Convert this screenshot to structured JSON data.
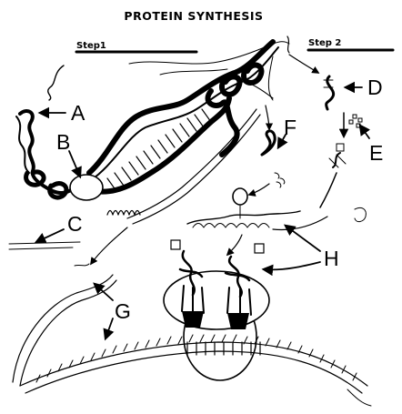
{
  "title": "PROTEIN SYNTHESIS",
  "steps": {
    "step1": "Step1",
    "step2": "Step 2"
  },
  "labels": {
    "A": "A",
    "B": "B",
    "C": "C",
    "D": "D",
    "E": "E",
    "F": "F",
    "G": "G",
    "H": "H"
  },
  "colors": {
    "ink": "#000000",
    "paper": "#ffffff"
  }
}
